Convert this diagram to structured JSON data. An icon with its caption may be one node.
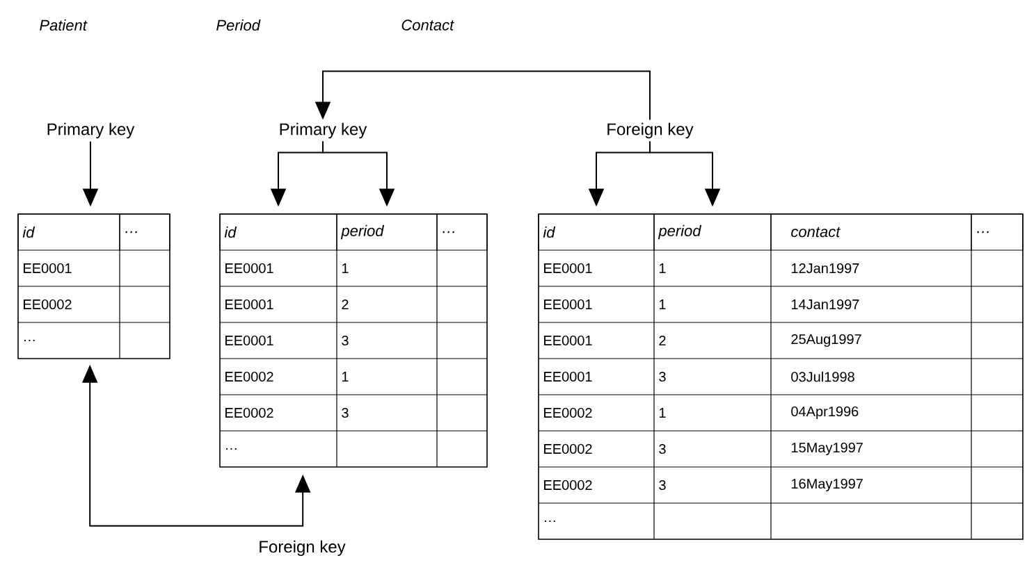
{
  "diagram": {
    "nodes": [
      {
        "text": [],
        "shape": "box"
      },
      {
        "text": [],
        "shape": "box"
      },
      {
        "text": [],
        "shape": "box"
      },
      {
        "text": [
          "Primary key"
        ]
      },
      {
        "text": [
          "Primary key"
        ]
      },
      {
        "text": [
          "Foreign key"
        ]
      },
      {
        "text": [
          "id"
        ],
        "in": 0
      },
      {
        "text": [
          "…"
        ],
        "in": 0
      },
      {
        "text": [
          "id"
        ],
        "in": 1
      },
      {
        "text": [
          "period"
        ],
        "in": 1
      },
      {
        "text": [
          "…"
        ],
        "in": 1
      },
      {
        "text": [
          "id"
        ],
        "in": 2
      },
      {
        "text": [
          "period"
        ],
        "in": 2
      },
      {
        "text": [
          "contact"
        ],
        "in": 2
      },
      {
        "text": [
          "…"
        ],
        "in": 2
      }
    ],
    "edges": [
      {
        "from": 3,
        "to": 6,
        "arrow": "to"
      },
      {
        "from": 4,
        "to": 8,
        "arrow": "to"
      },
      {
        "from": 4,
        "to": 9,
        "arrow": "to"
      },
      {
        "from": 5,
        "to": 11,
        "arrow": "to"
      },
      {
        "from": 5,
        "to": 12,
        "arrow": "to"
      },
      {
        "from": 5,
        "to": 4,
        "arrow": "to"
      },
      {
        "from": 1,
        "to": 0,
        "arrow": "both",
        "label": "Foreign key"
      }
    ],
    "labels": [
      "Patient",
      "Period",
      "Contact",
      "EE0001",
      "EE0002",
      "…",
      "EE0001",
      "1",
      "EE0001",
      "2",
      "EE0001",
      "3",
      "EE0002",
      "1",
      "EE0002",
      "3",
      "…",
      "EE0001",
      "1",
      "12Jan1997",
      "EE0001",
      "1",
      "14Jan1997",
      "EE0001",
      "2",
      "25Aug1997",
      "EE0001",
      "3",
      "03Jul1998",
      "EE0002",
      "1",
      "04Apr1996",
      "EE0002",
      "3",
      "15May1997",
      "EE0002",
      "3",
      "16May1997",
      "…"
    ]
  }
}
